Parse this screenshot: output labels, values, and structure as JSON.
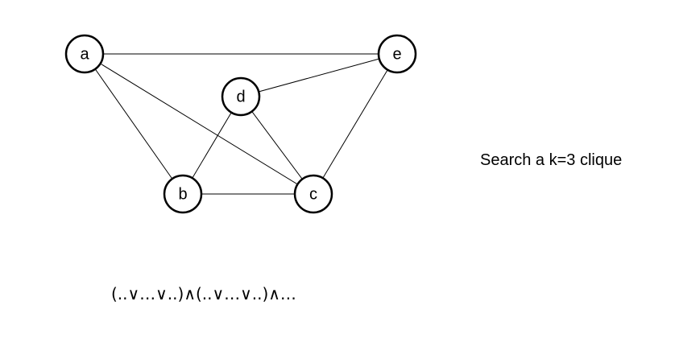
{
  "graph": {
    "nodes": [
      {
        "id": "a",
        "label": "a"
      },
      {
        "id": "e",
        "label": "e"
      },
      {
        "id": "d",
        "label": "d"
      },
      {
        "id": "b",
        "label": "b"
      },
      {
        "id": "c",
        "label": "c"
      }
    ],
    "edges": [
      [
        "a",
        "e"
      ],
      [
        "a",
        "b"
      ],
      [
        "a",
        "c"
      ],
      [
        "d",
        "e"
      ],
      [
        "d",
        "b"
      ],
      [
        "d",
        "c"
      ],
      [
        "e",
        "c"
      ],
      [
        "b",
        "c"
      ]
    ]
  },
  "caption": "Search a k=3 clique",
  "formula": "(..∨…∨..)∧(..∨…∨..)∧…"
}
